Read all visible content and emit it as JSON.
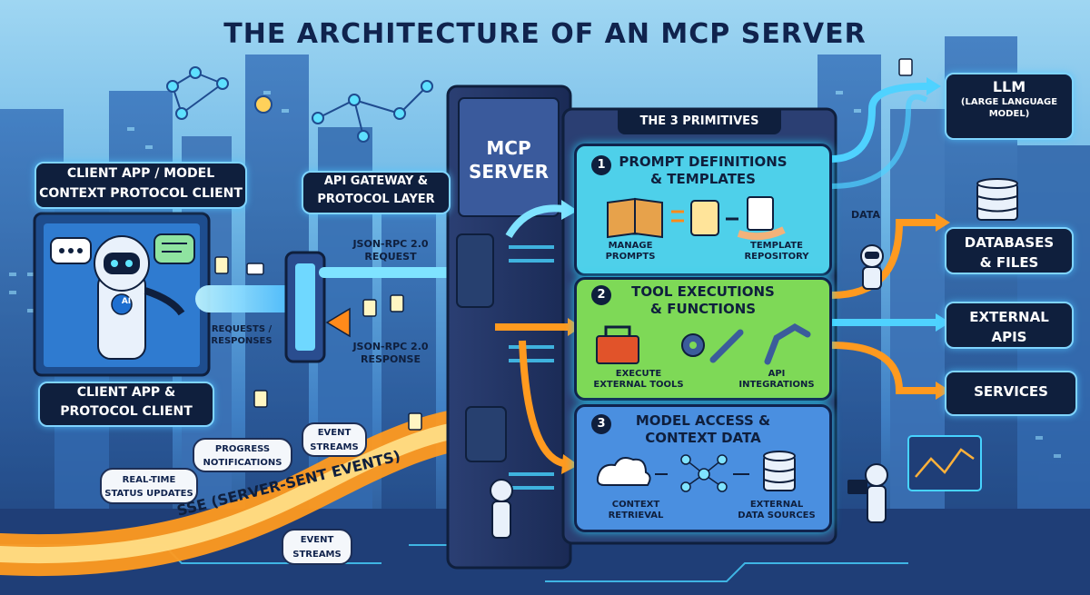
{
  "title": "THE ARCHITECTURE OF AN MCP SERVER",
  "client": {
    "top_label_line1": "CLIENT APP / MODEL",
    "top_label_line2": "CONTEXT PROTOCOL CLIENT",
    "bottom_label_line1": "CLIENT APP &",
    "bottom_label_line2": "PROTOCOL CLIENT",
    "robot_badge": "AI"
  },
  "gateway": {
    "label_line1": "API GATEWAY &",
    "label_line2": "PROTOCOL LAYER",
    "request_line1": "JSON-RPC 2.0",
    "request_line2": "REQUEST",
    "response_line1": "JSON-RPC 2.0",
    "response_line2": "RESPONSE",
    "reqres_line1": "REQUESTS /",
    "reqres_line2": "RESPONSES"
  },
  "server": {
    "label_line1": "MCP",
    "label_line2": "SERVER",
    "primitives_title": "THE 3 PRIMITIVES"
  },
  "primitives": [
    {
      "number": "1",
      "title_line1": "PROMPT DEFINITIONS",
      "title_line2": "& TEMPLATES",
      "left_line1": "MANAGE",
      "left_line2": "PROMPTS",
      "right_line1": "TEMPLATE",
      "right_line2": "REPOSITORY",
      "color": "#4ed0ea"
    },
    {
      "number": "2",
      "title_line1": "TOOL EXECUTIONS",
      "title_line2": "& FUNCTIONS",
      "left_line1": "EXECUTE",
      "left_line2": "EXTERNAL TOOLS",
      "right_line1": "API",
      "right_line2": "INTEGRATIONS",
      "color": "#7ed957"
    },
    {
      "number": "3",
      "title_line1": "MODEL ACCESS &",
      "title_line2": "CONTEXT DATA",
      "left_line1": "CONTEXT",
      "left_line2": "RETRIEVAL",
      "right_line1": "EXTERNAL",
      "right_line2": "DATA SOURCES",
      "color": "#4a8fe0"
    }
  ],
  "services": {
    "llm_line1": "LLM",
    "llm_line2": "(LARGE LANGUAGE",
    "llm_line3": "MODEL)",
    "data_label": "DATA",
    "db_line1": "DATABASES",
    "db_line2": "& FILES",
    "ext_line1": "EXTERNAL",
    "ext_line2": "APIS",
    "services": "SERVICES"
  },
  "events": {
    "sse": "SSE (SERVER-SENT EVENTS)",
    "event_streams_top_line1": "EVENT",
    "event_streams_top_line2": "STREAMS",
    "progress_line1": "PROGRESS",
    "progress_line2": "NOTIFICATIONS",
    "realtime_line1": "REAL-TIME",
    "realtime_line2": "STATUS UPDATES",
    "event_streams_bottom_line1": "EVENT",
    "event_streams_bottom_line2": "STREAMS"
  },
  "colors": {
    "navy": "#0f1f3d",
    "glow": "#7fd4ff",
    "orange": "#ff9a1f",
    "blue_beam": "#4fd2ff"
  }
}
